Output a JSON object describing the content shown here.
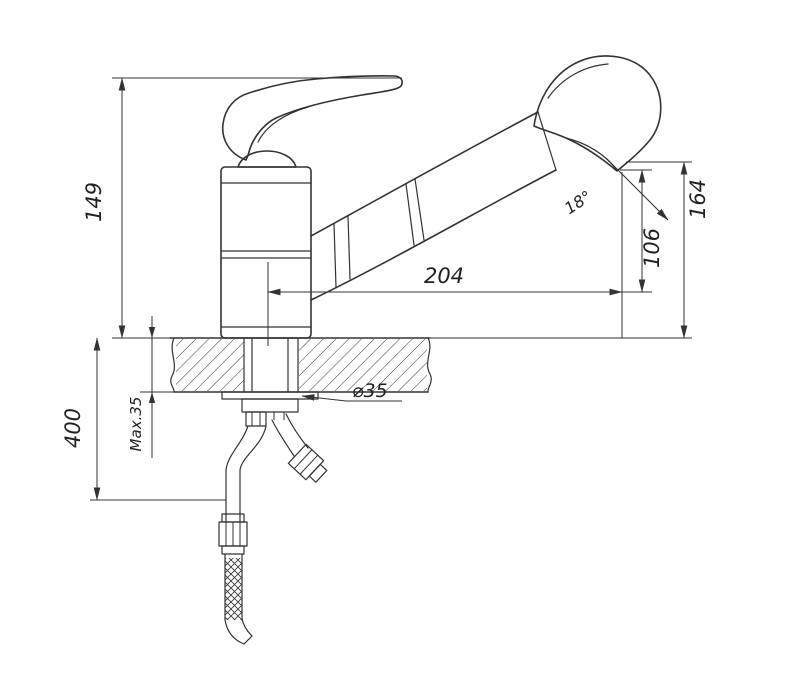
{
  "canvas": {
    "background": "#ffffff",
    "ink": "#333333"
  },
  "dims": {
    "total_height": "149",
    "tip_height": "164",
    "outlet_height": "106",
    "reach": "204",
    "spray_angle": "18°",
    "hole_diameter": "⌀35",
    "hose_length": "400",
    "max_deck_thickness": "Max.35"
  }
}
